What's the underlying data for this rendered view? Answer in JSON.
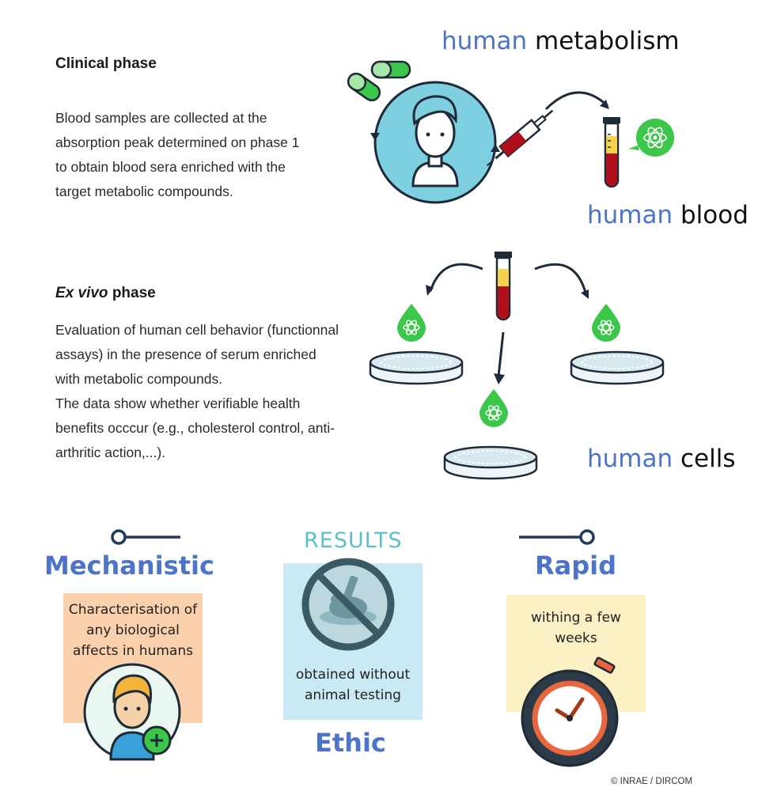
{
  "clinical": {
    "heading": "Clinical phase",
    "text": "Blood samples are collected at the\nabsorption peak determined on phase 1\nto obtain blood sera enriched with the\ntarget metabolic compounds."
  },
  "exvivo": {
    "heading_italic": "Ex vivo",
    "heading_rest": " phase",
    "text": "Evaluation of human cell behavior (functionnal\nassays) in the presence of serum enriched\nwith metabolic compounds.\nThe data show whether verifiable health\nbenefits occcur (e.g., cholesterol control, anti-\narthritic action,...)."
  },
  "labels": {
    "metabolism": {
      "blue": "human",
      "rest": " metabolism"
    },
    "blood": {
      "blue": "human",
      "rest": " blood"
    },
    "cells": {
      "blue": "human",
      "rest": " cells"
    }
  },
  "results": {
    "title": "RESULTS",
    "mechanistic": {
      "title": "Mechanistic",
      "note": "Characterisation of\nany biological\naffects in humans"
    },
    "ethic": {
      "title": "Ethic",
      "note": "obtained without\nanimal testing"
    },
    "rapid": {
      "title": "Rapid",
      "note": "withing a few\nweeks"
    }
  },
  "credit": "© INRAE / DIRCOM",
  "colors": {
    "accent_blue": "#4d74c8",
    "green": "#3cc64a",
    "teal": "#7ecfe0",
    "blood_red": "#b0101c",
    "navy": "#243a5a",
    "peach": "#fbd0ad",
    "light_blue": "#c9e9f5",
    "light_yellow": "#fdf0c4",
    "results_teal": "#5cbfc9"
  },
  "icons": [
    "capsule-icon",
    "person-icon",
    "syringe-icon",
    "test-tube-icon",
    "atom-icon",
    "petri-dish-icon",
    "no-animal-testing-icon",
    "clock-icon",
    "plus-icon"
  ]
}
